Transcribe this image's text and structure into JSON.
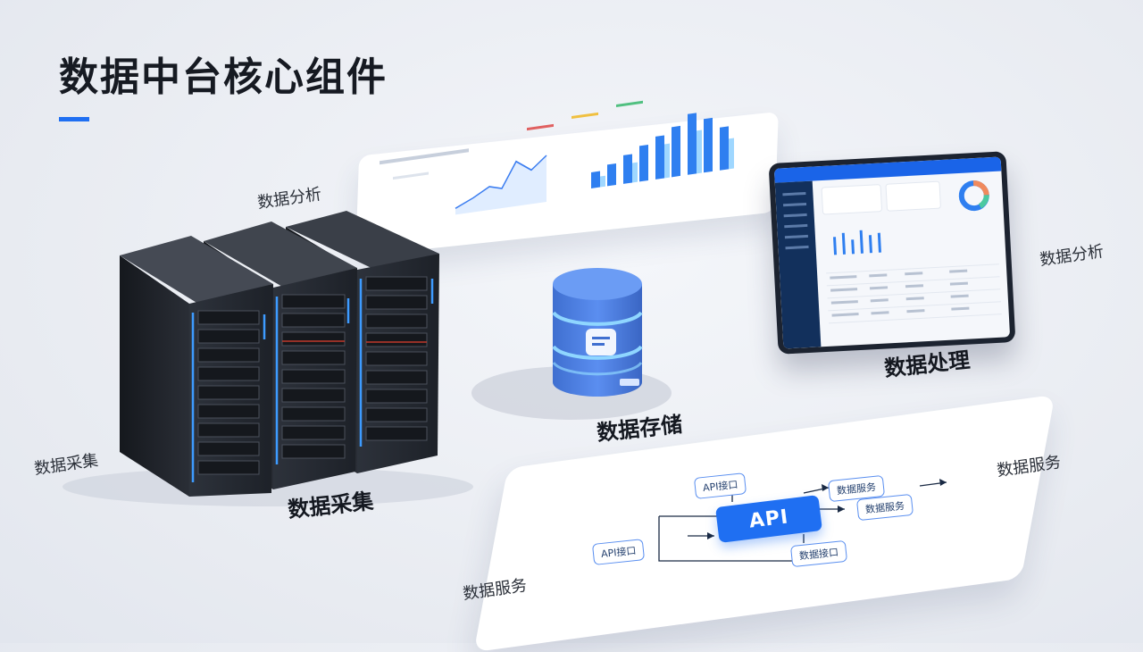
{
  "title": "数据中台核心组件",
  "labels": {
    "analysis_left": "数据分析",
    "analysis_right": "数据分析",
    "processing": "数据处理",
    "storage": "数据存储",
    "collect_small": "数据采集",
    "collect_big": "数据采集",
    "service_right": "数据服务",
    "service_left": "数据服务"
  },
  "api": {
    "button": "API",
    "nodes": {
      "top": "API接口",
      "left": "API接口",
      "right1": "数据服务",
      "right2": "数据服务",
      "bottom": "数据接口"
    }
  },
  "colors": {
    "accent": "#1f6ff2",
    "server": "#2b3038",
    "server_light": "#3d9bff",
    "db": "#4b7fe0",
    "db_glow": "#8fd6ff"
  }
}
